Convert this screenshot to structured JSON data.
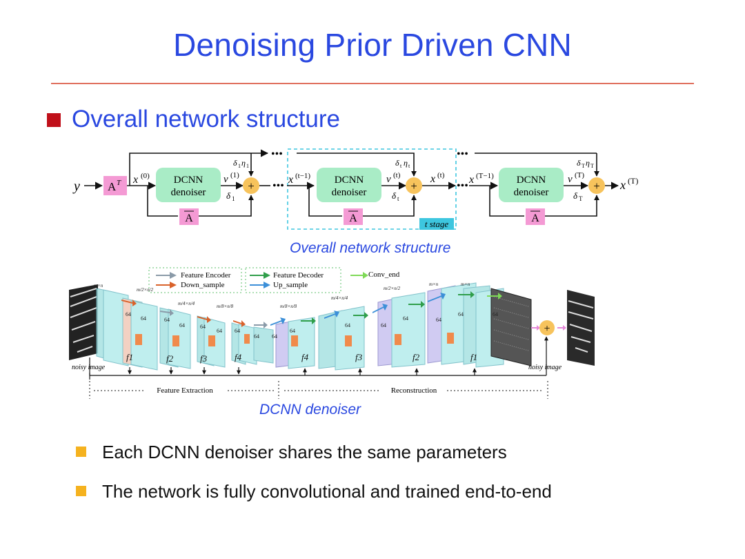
{
  "slide": {
    "title": "Denoising Prior Driven CNN",
    "section_heading": "Overall network structure"
  },
  "top_diagram": {
    "input_label": "y",
    "transpose_block": "A",
    "transpose_sup": "T",
    "abar_block": "A",
    "dcnn_line1": "DCNN",
    "dcnn_line2": "denoiser",
    "plus": "+",
    "dots": "•••",
    "stage_label": "t stage",
    "caption": "Overall network structure",
    "stage1": {
      "x_in": "x",
      "x_in_sup": "(0)",
      "v": "v",
      "v_sup": "(1)",
      "delta": "δ",
      "delta_sub": "1",
      "delta_eta": "δ",
      "delta_eta_sub1": "1",
      "eta": "η",
      "eta_sub": "1"
    },
    "stage_t": {
      "x_in": "x",
      "x_in_sup": "(t−1)",
      "v": "v",
      "v_sup": "(t)",
      "delta": "δ",
      "delta_sub": "t",
      "delta_eta": "δ",
      "delta_eta_sub1": "t",
      "eta": "η",
      "eta_sub": "t",
      "x_out": "x",
      "x_out_sup": "(t)"
    },
    "stage_T": {
      "x_in": "x",
      "x_in_sup": "(T−1)",
      "v": "v",
      "v_sup": "(T)",
      "delta": "δ",
      "delta_sub": "T",
      "delta_eta": "δ",
      "delta_eta_sub1": "T",
      "eta": "η",
      "eta_sub": "T",
      "x_out": "x",
      "x_out_sup": "(T)"
    }
  },
  "bottom_diagram": {
    "legend": {
      "feature_encoder": "Feature Encoder",
      "down_sample": "Down_sample",
      "feature_decoder": "Feature Decoder",
      "up_sample": "Up_sample",
      "conv_end": "Conv_end"
    },
    "colors": {
      "encoder_arrow": "#8a9aa8",
      "down_arrow": "#d9622b",
      "decoder_arrow": "#2f9e4a",
      "up_arrow": "#3c8fd8",
      "conv_end_arrow": "#7ed957",
      "plus_circle": "#f7c35c"
    },
    "input_label": "noisy image",
    "output_label": "noisy image",
    "plus": "+",
    "size_labels": [
      "m×n",
      "m/2×n/2",
      "m/4×n/4",
      "m/8×n/8",
      "m/8×n/8",
      "m/4×n/4",
      "m/2×n/2",
      "m×n",
      "m×n"
    ],
    "channel_label": "64",
    "enc_features": [
      "f1",
      "f2",
      "f3",
      "f4"
    ],
    "dec_features": [
      "f4",
      "f3",
      "f2",
      "f1"
    ],
    "feature_extraction": "Feature Extraction",
    "reconstruction": "Reconstruction",
    "caption": "DCNN denoiser"
  },
  "bullets": [
    "Each DCNN denoiser shares the same parameters",
    "The network is fully convolutional and trained end-to-end"
  ]
}
